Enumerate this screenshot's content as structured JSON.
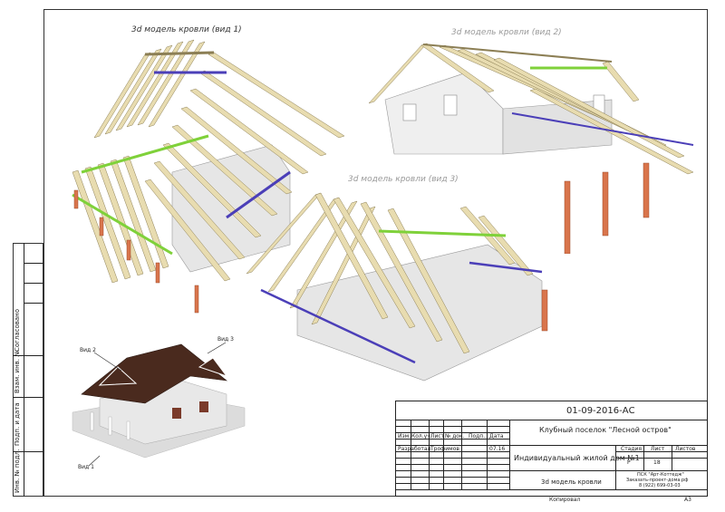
{
  "views": {
    "view1_title": "3d модель кровли (вид 1)",
    "view2_title": "3d модель кровли (вид 2)",
    "view3_title": "3d модель кровли (вид 3)"
  },
  "callouts": {
    "vid1": "Вид 1",
    "vid2": "Вид 2",
    "vid3": "Вид 3"
  },
  "side_strip": {
    "soglasovano": "Согласовано",
    "vzam_inv": "Взам. инв. №",
    "podp_data": "Подп. и дата",
    "inv_podl": "Инв. № подл."
  },
  "stamp": {
    "code": "01-09-2016-АС",
    "project": "Клубный поселок \"Лесной остров\"",
    "object": "Индивидуальный жилой дом №1",
    "sheet_title": "3d модель кровли",
    "headers": [
      "Изм.",
      "Кол.уч.",
      "Лист",
      "№ док.",
      "Подп.",
      "Дата"
    ],
    "razrabotal_label": "Разработал",
    "razrabotal_name": "Трофимов",
    "razrabotal_date": "07.16",
    "stadia_label": "Стадия",
    "list_label": "Лист",
    "listov_label": "Листов",
    "stadia_value": "Р",
    "list_value": "18",
    "org_name": "ПСК \"Арт-Коттедж\"",
    "org_site": "Заказать-проект-дома.рф",
    "org_phone": "8 (922) 699-03-03",
    "kopiroval": "Копировал",
    "format": "А3"
  },
  "colors": {
    "rafter": "#e8dcb0",
    "rafter_edge": "#8c7f55",
    "batten_blue": "#4b3fb8",
    "batten_green": "#7fd13a",
    "post": "#d9754c",
    "wall": "#e6e6e6",
    "roof_brown": "#4a2a1e"
  }
}
